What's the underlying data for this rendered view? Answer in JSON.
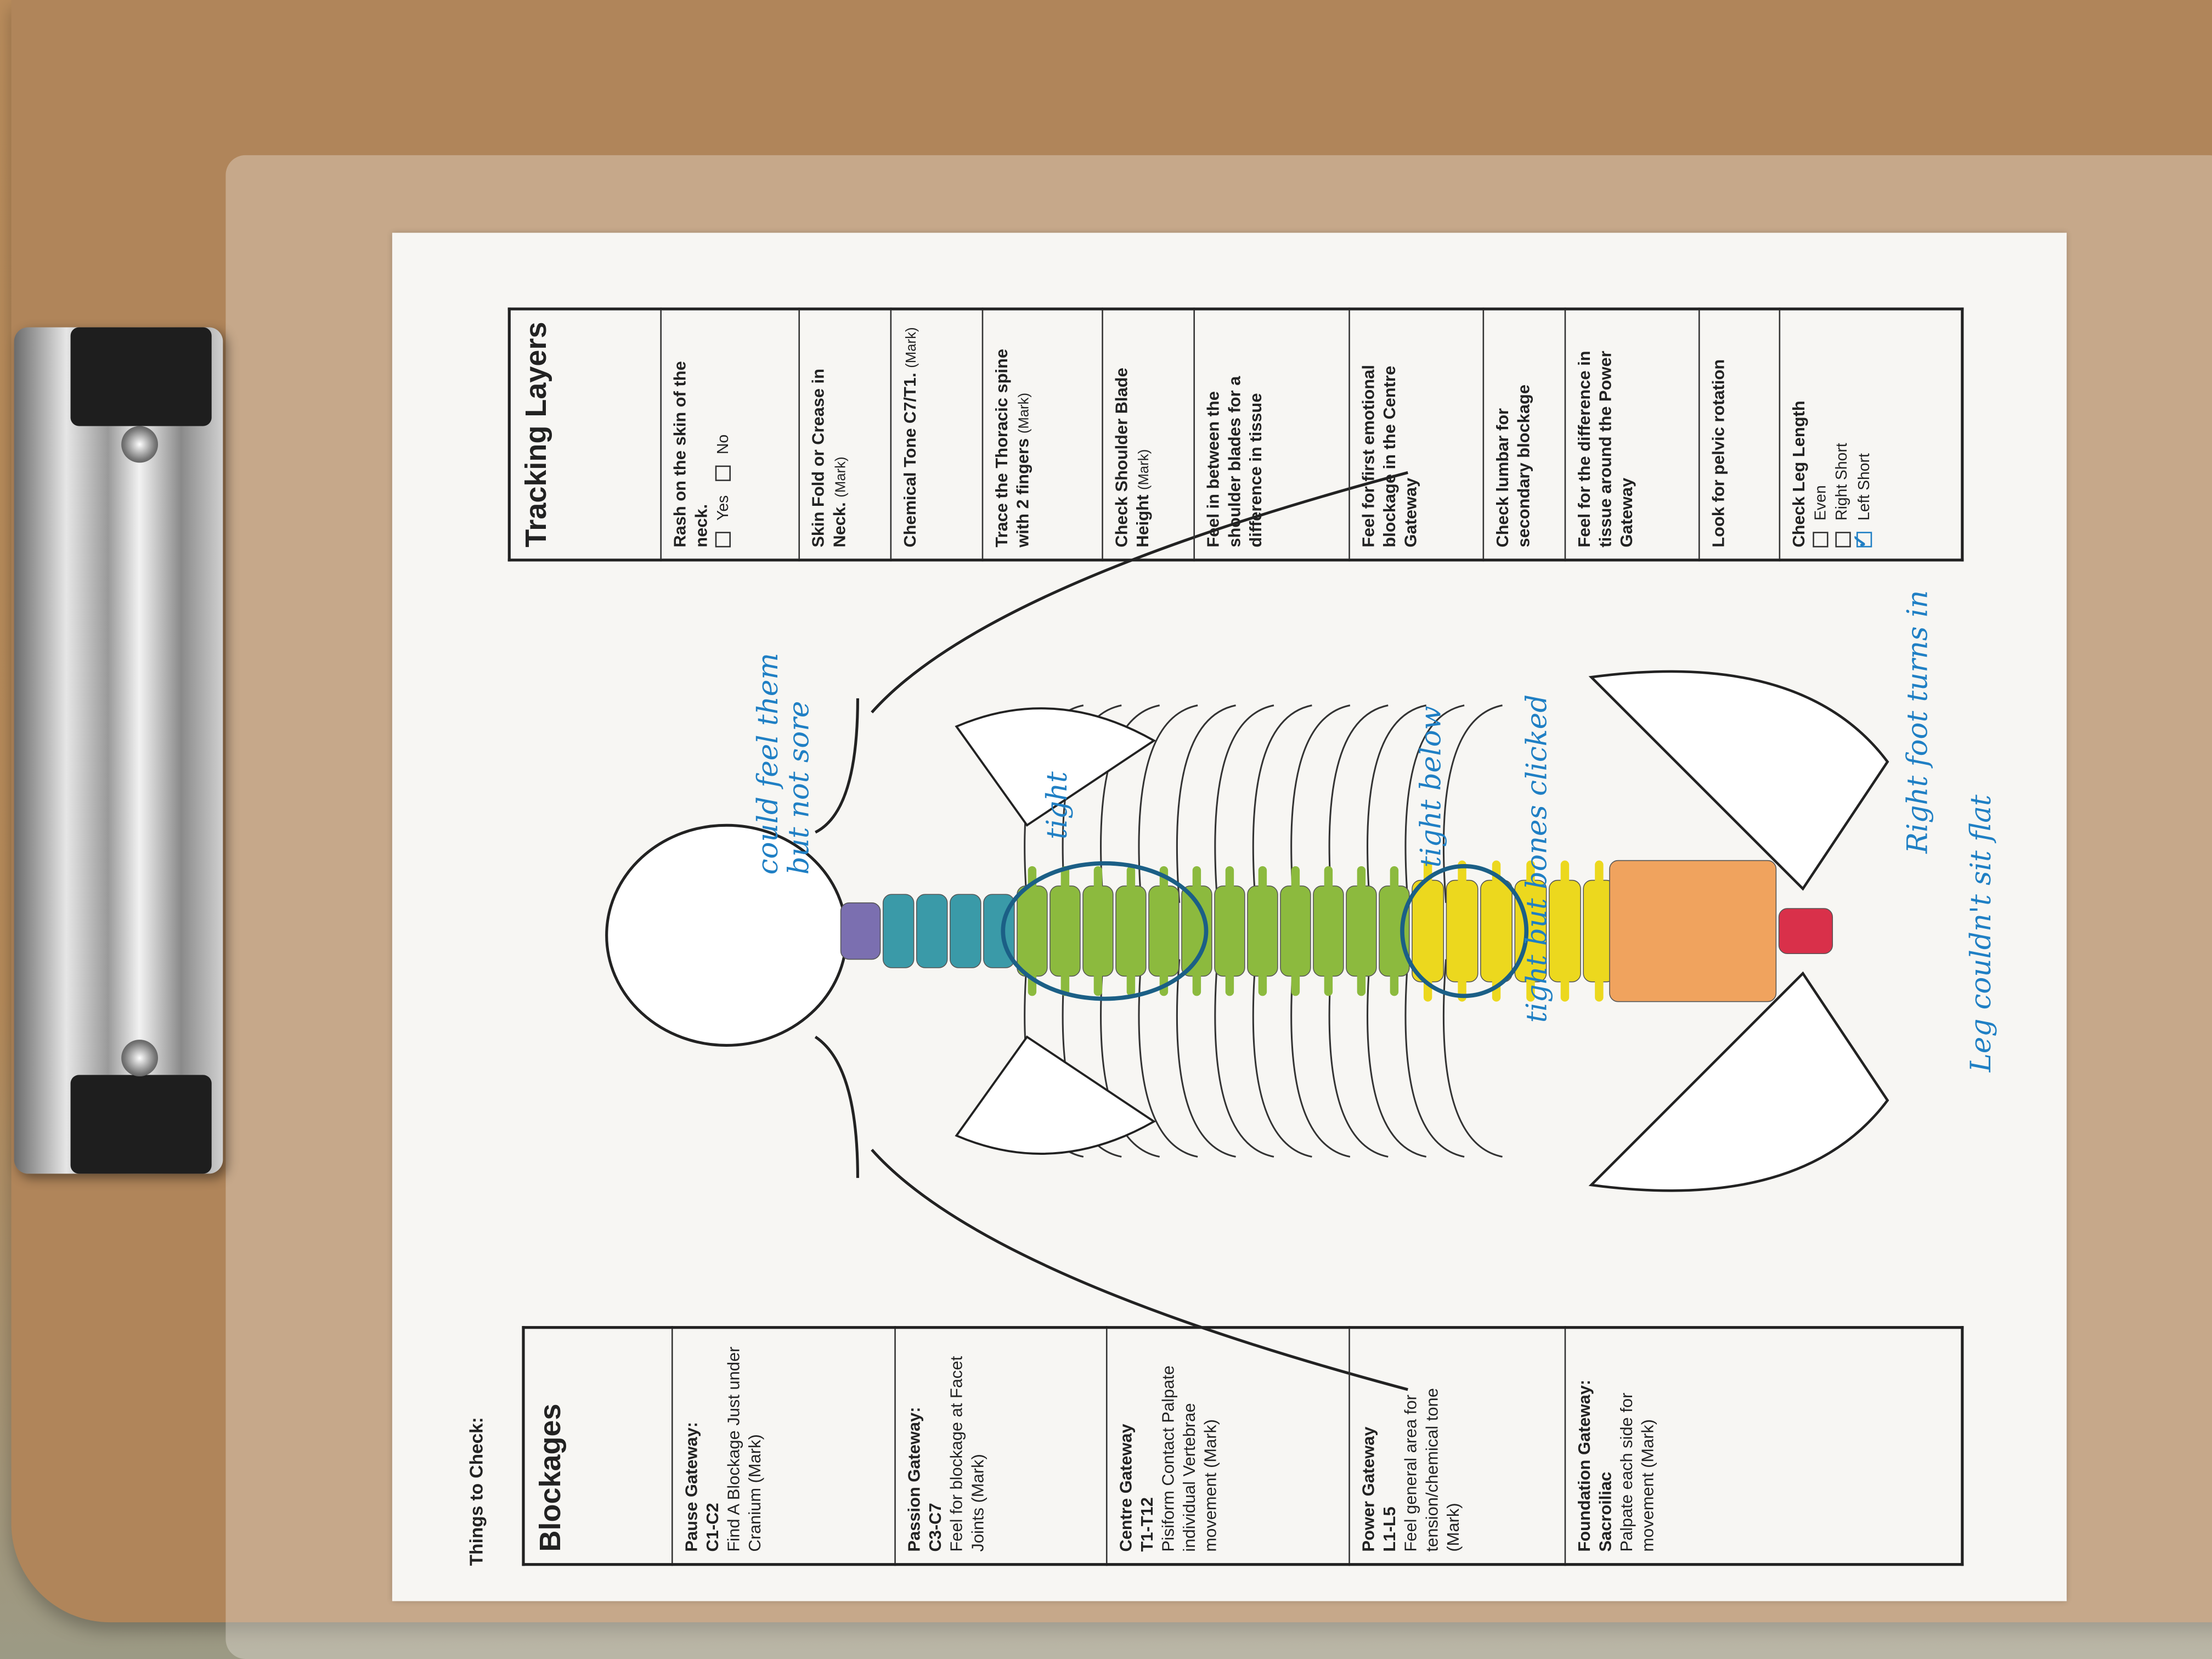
{
  "header": {
    "things_to_check": "Things to Check:"
  },
  "blockages": {
    "title": "Blockages",
    "rows": [
      {
        "name": "Pause Gateway:",
        "range": "C1-C2",
        "desc": "Find A Blockage Just under Cranium (Mark)"
      },
      {
        "name": "Passion Gateway:",
        "range": "C3-C7",
        "desc": "Feel for blockage at Facet Joints (Mark)"
      },
      {
        "name": "Centre Gateway",
        "range": "T1-T12",
        "desc": "Pisiform Contact Palpate individual Vertebrae movement  (Mark)"
      },
      {
        "name": "Power Gateway",
        "range": "L1-L5",
        "desc": "Feel general area for tension/chemical tone (Mark)"
      },
      {
        "name": "Foundation Gateway: Sacroiliac",
        "range": "",
        "desc": "Palpate each side for movement (Mark)"
      }
    ]
  },
  "tracking": {
    "title": "Tracking Layers",
    "rash": {
      "label": "Rash on the skin of the neck.",
      "yes": "Yes",
      "no": "No",
      "yes_checked": false,
      "no_checked": false
    },
    "items": [
      {
        "label": "Skin Fold or Crease in Neck.",
        "note": "(Mark)"
      },
      {
        "label": "Chemical Tone C7/T1.",
        "note": "(Mark)"
      },
      {
        "label": "Trace the Thoracic spine with 2 fingers",
        "note": "(Mark)"
      },
      {
        "label": "Check Shoulder Blade Height",
        "note": "(Mark)"
      },
      {
        "label": "Feel in between the shoulder blades for a difference in tissue",
        "note": ""
      },
      {
        "label": "Feel for first emotional blockage in the Centre Gateway",
        "note": ""
      },
      {
        "label": "Check lumbar for secondary blockage",
        "note": ""
      },
      {
        "label": "Feel for the difference in tissue around the Power Gateway",
        "note": ""
      },
      {
        "label": "Look for pelvic rotation",
        "note": ""
      }
    ],
    "leg": {
      "label": "Check Leg Length",
      "options": [
        {
          "label": "Even",
          "checked": false
        },
        {
          "label": "Right Short",
          "checked": false
        },
        {
          "label": "Left Short",
          "checked": true
        }
      ]
    }
  },
  "handwriting": {
    "neck": "could feel them but not sore",
    "thoracic": "tight",
    "lower_thoracic": "tight below",
    "lumbar": "tight but bones clicked",
    "foot": "Right foot turns in",
    "leg": "Leg couldn't sit flat"
  },
  "spine_colors": {
    "pause": "#7b6fb0",
    "passion": "#3a9aa8",
    "centre": "#8cba3e",
    "power": "#ecd81e",
    "sacrum": "#f0a35e",
    "coccyx": "#d9304a"
  },
  "ink_color": "#1f7fc4"
}
